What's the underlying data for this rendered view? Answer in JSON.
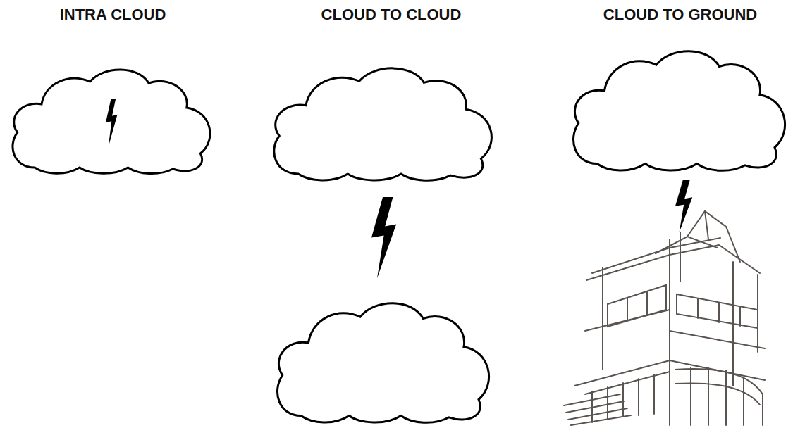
{
  "diagram": {
    "labels": [
      "INTRA CLOUD",
      "CLOUD TO CLOUD",
      "CLOUD TO GROUND"
    ]
  }
}
